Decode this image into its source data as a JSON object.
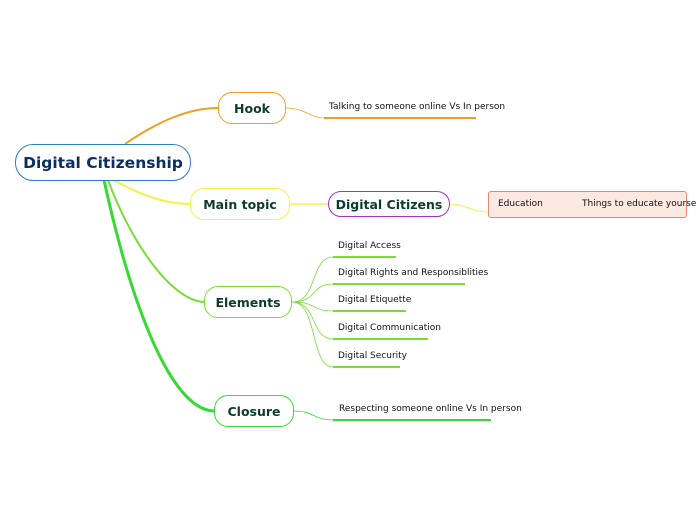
{
  "root": {
    "label": "Digital Citizenship"
  },
  "colors": {
    "root_border": "#2e7dc5",
    "hook": "#f0a020",
    "main_topic": "#f5f04a",
    "elements": "#7bdc38",
    "closure": "#39d934",
    "citizens": "#a630c8"
  },
  "hook": {
    "label": "Hook",
    "leaf": "Talking to someone online Vs In person"
  },
  "main_topic": {
    "label": "Main topic",
    "child": "Digital Citizens",
    "card": {
      "left": "Education",
      "right": "Things to educate yourself"
    }
  },
  "elements": {
    "label": "Elements",
    "items": [
      "Digital Access",
      "Digital Rights and Responsiblities",
      "Digital Etiquette",
      "Digital Communication",
      "Digital Security"
    ]
  },
  "closure": {
    "label": "Closure",
    "leaf": "Respecting  someone online Vs In person"
  }
}
